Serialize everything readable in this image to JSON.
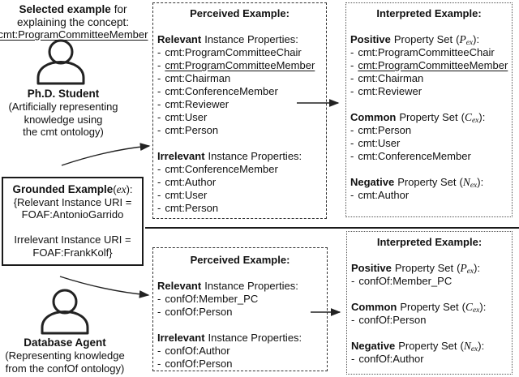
{
  "sym": {
    "dash": "-",
    "open": "(",
    "close": "):",
    "sub": "ex"
  },
  "left": {
    "title": {
      "bold": "Selected example",
      "rest": "for",
      "line2": "explaining the concept:",
      "concept": "cmt:ProgramCommitteeMember"
    },
    "phd": {
      "name": "Ph.D. Student",
      "desc1": "(Artificially representing",
      "desc2": "knowledge using",
      "desc3": "the cmt ontology)"
    },
    "grounded": {
      "title_bold": "Grounded Example",
      "line1": "{Relevant Instance URI =",
      "line2": "FOAF:AntonioGarrido",
      "line3": "Irrelevant Instance URI =",
      "line4": "FOAF:FrankKolf}"
    },
    "db": {
      "name": "Database Agent",
      "desc1": "(Representing knowledge",
      "desc2": "from the confOf ontology)"
    }
  },
  "perceived1": {
    "header": "Perceived Example:",
    "relevant": {
      "bold": "Relevant",
      "rest": "Instance Properties:",
      "items": [
        "cmt:ProgramCommitteeChair",
        "cmt:ProgramCommitteeMember",
        "cmt:Chairman",
        "cmt:ConferenceMember",
        "cmt:Reviewer",
        "cmt:User",
        "cmt:Person"
      ]
    },
    "irrelevant": {
      "bold": "Irrelevant",
      "rest": "Instance Properties:",
      "items": [
        "cmt:ConferenceMember",
        "cmt:Author",
        "cmt:User",
        "cmt:Person"
      ]
    }
  },
  "interpreted1": {
    "header": "Interpreted Example:",
    "positive": {
      "bold": "Positive",
      "rest": "Property Set",
      "letter": "P",
      "items": [
        "cmt:ProgramCommitteeChair",
        "cmt:ProgramCommitteeMember",
        "cmt:Chairman",
        "cmt:Reviewer"
      ]
    },
    "common": {
      "bold": "Common",
      "rest": "Property Set",
      "letter": "C",
      "items": [
        "cmt:Person",
        "cmt:User",
        "cmt:ConferenceMember"
      ]
    },
    "negative": {
      "bold": "Negative",
      "rest": "Property Set",
      "letter": "N",
      "items": [
        "cmt:Author"
      ]
    }
  },
  "perceived2": {
    "header": "Perceived Example:",
    "relevant": {
      "bold": "Relevant",
      "rest": "Instance Properties:",
      "items": [
        "confOf:Member_PC",
        "confOf:Person"
      ]
    },
    "irrelevant": {
      "bold": "Irrelevant",
      "rest": "Instance Properties:",
      "items": [
        "confOf:Author",
        "confOf:Person"
      ]
    }
  },
  "interpreted2": {
    "header": "Interpreted Example:",
    "positive": {
      "bold": "Positive",
      "rest": "Property Set",
      "letter": "P",
      "items": [
        "confOf:Member_PC"
      ]
    },
    "common": {
      "bold": "Common",
      "rest": "Property Set",
      "letter": "C",
      "items": [
        "confOf:Person"
      ]
    },
    "negative": {
      "bold": "Negative",
      "rest": "Property Set",
      "letter": "N",
      "items": [
        "confOf:Author"
      ]
    }
  }
}
